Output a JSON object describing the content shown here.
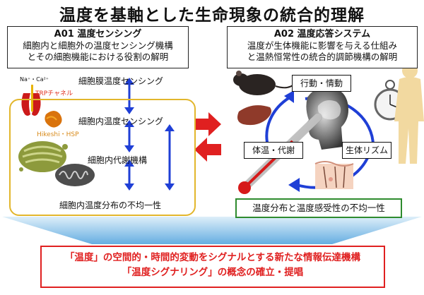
{
  "title": "温度を基軸とした生命現象の統合的理解",
  "left_panel": {
    "heading": "A01 温度センシング",
    "line1": "細胞内と細胞外の温度センシング機構",
    "line2": "とその細胞機能における役割の解明"
  },
  "right_panel": {
    "heading": "A02 温度応答システム",
    "line1": "温度が生体機能に影響を与える仕組み",
    "line2": "と温熱恒常性の統合的調節機構の解明"
  },
  "cell": {
    "ions": "Na⁺・Ca²⁺",
    "trp": "TRPチャネル",
    "hikeshi": "Hikeshi・HSP",
    "levels": [
      "細胞膜温度センシング",
      "細胞内温度センシング",
      "細胞内代謝機構",
      "細胞内温度分布の不均一性"
    ]
  },
  "cycle": {
    "behavior": "行動・情動",
    "rhythm": "生体リズム",
    "body_temp": "体温・代謝"
  },
  "green_box": "温度分布と温度感受性の不均一性",
  "result": {
    "line1": "「温度」の空間的・時間的変動をシグナルとする新たな情報伝達機構",
    "line2": "「温度シグナリング」の概念の確立・提唱"
  },
  "colors": {
    "blue": "#1f3fd6",
    "red": "#e02020",
    "gold": "#e2b62c",
    "green": "#2e8b2e",
    "funnel": "#5aa8e0"
  }
}
